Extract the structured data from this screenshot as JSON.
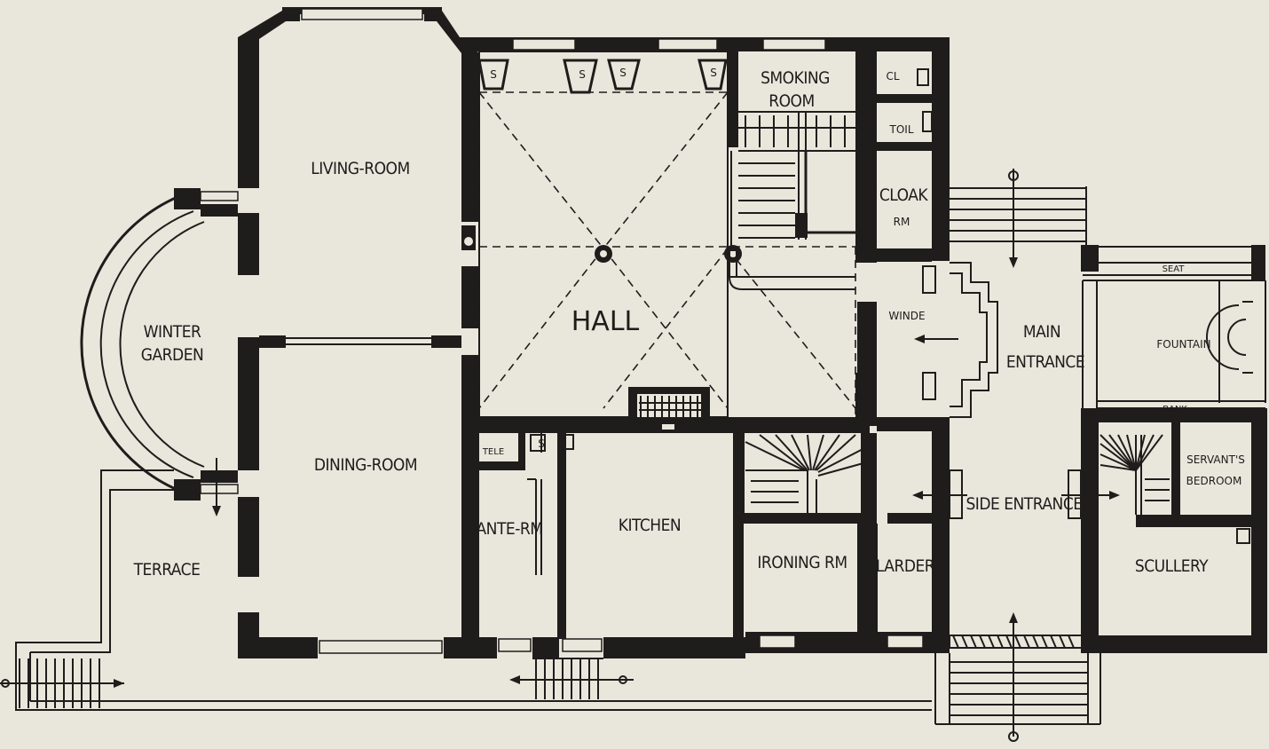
{
  "rooms": {
    "living_room": "LIVING-ROOM",
    "winter_garden_1": "WINTER",
    "winter_garden_2": "GARDEN",
    "dining_room": "DINING-ROOM",
    "terrace": "TERRACE",
    "hall": "HALL",
    "smoking_room_1": "SMOKING",
    "smoking_room_2": "ROOM",
    "closet": "CL",
    "toilet": "TOIL",
    "cloak_room_1": "CLOAK",
    "cloak_room_2": "RM",
    "winde": "WINDE",
    "main_entrance_1": "MAIN",
    "main_entrance_2": "ENTRANCE",
    "seat": "SEAT",
    "fountain": "FOUNTAIN",
    "bank": "BANK",
    "tele": "TELE",
    "ante_room": "ANTE-RM",
    "kitchen": "KITCHEN",
    "ironing_room": "IRONING RM",
    "larder": "LARDER",
    "side_entrance": "SIDE ENTRANCE",
    "servants_bedroom_1": "SERVANT'S",
    "servants_bedroom_2": "BEDROOM",
    "scullery": "SCULLERY",
    "s_mark": "S"
  },
  "colors": {
    "ink": "#1e1d1b",
    "paper": "#e9e6dc"
  }
}
